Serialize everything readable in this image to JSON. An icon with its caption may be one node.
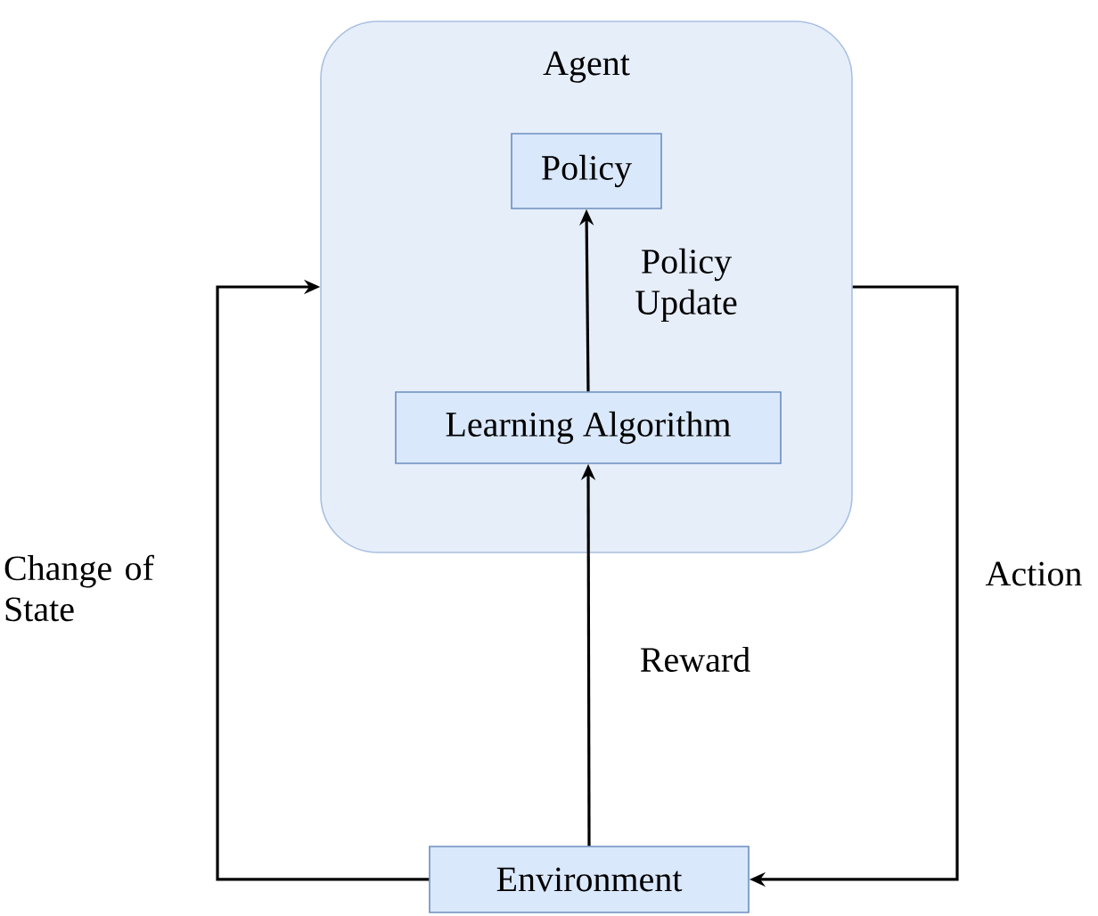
{
  "diagram": {
    "nodes": [
      {
        "text": [
          "Agent"
        ]
      },
      {
        "text": [
          "Policy"
        ],
        "in": 0
      },
      {
        "text": [
          "Learning Algorithm"
        ],
        "in": 0
      },
      {
        "text": [
          "Environment"
        ]
      }
    ],
    "edges": [
      {
        "from": 2,
        "to": 1,
        "arrow": "to",
        "label": "Policy Update"
      },
      {
        "from": 3,
        "to": 2,
        "arrow": "to",
        "label": "Reward"
      },
      {
        "from": 3,
        "to": 0,
        "arrow": "to",
        "label": "Change of State"
      },
      {
        "from": 0,
        "to": 3,
        "arrow": "to",
        "label": "Action"
      }
    ]
  }
}
